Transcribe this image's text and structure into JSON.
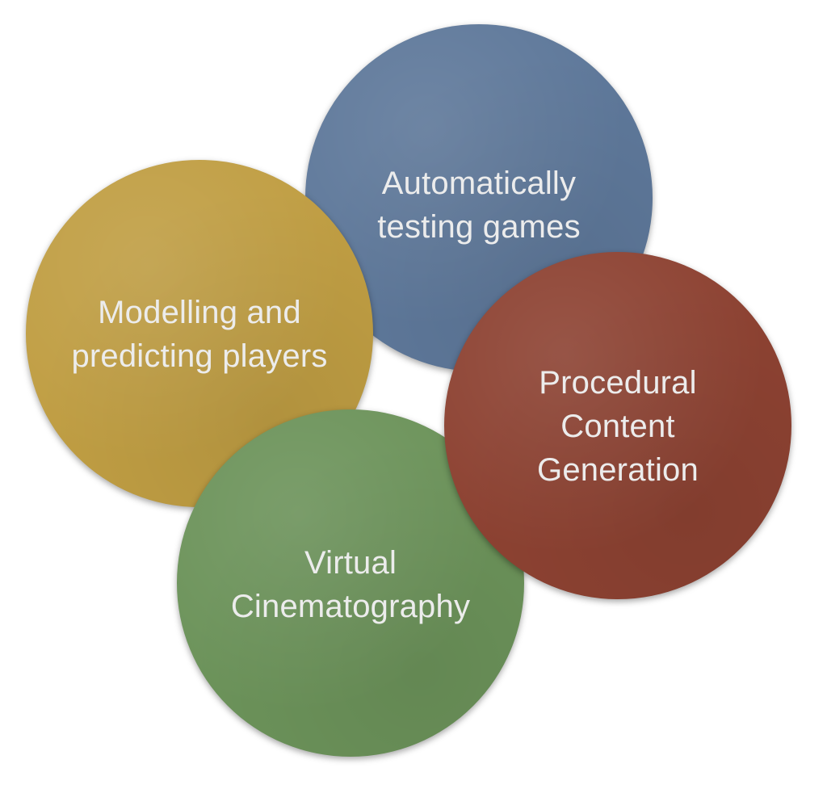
{
  "circles": {
    "testing": {
      "label": "Automatically\ntesting games",
      "color": "#5e789a"
    },
    "modelling": {
      "label": "Modelling and\npredicting players",
      "color": "#c09e43"
    },
    "virtual": {
      "label": "Virtual\nCinematography",
      "color": "#6c935a"
    },
    "procedural": {
      "label": "Procedural\nContent\nGeneration",
      "color": "#8d4232"
    }
  }
}
